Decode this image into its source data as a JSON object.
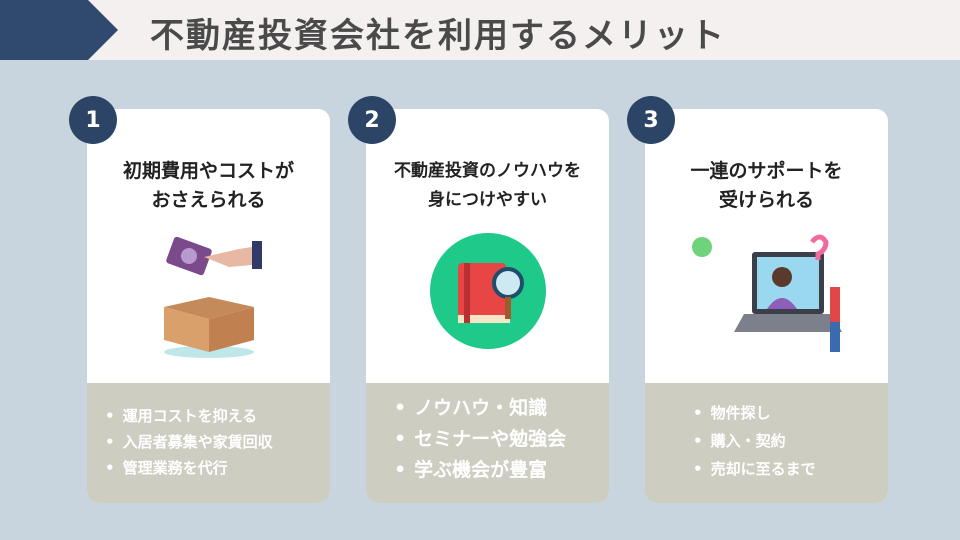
{
  "header": {
    "title": "不動産投資会社を利用するメリット"
  },
  "cards": [
    {
      "number": "1",
      "title_line1": "初期費用やコストが",
      "title_line2": "おさえられる",
      "items": [
        "運用コストを抑える",
        "入居者募集や家賃回収",
        "管理業務を代行"
      ]
    },
    {
      "number": "2",
      "title_line1": "不動産投資のノウハウを",
      "title_line2": "身につけやすい",
      "items": [
        "ノウハウ・知識",
        "セミナーや勉強会",
        "学ぶ機会が豊富"
      ]
    },
    {
      "number": "3",
      "title_line1": "一連のサポートを",
      "title_line2": "受けられる",
      "items": [
        "物件探し",
        "購入・契約",
        "売却に至るまで"
      ]
    }
  ],
  "colors": {
    "navy": "#2c4466",
    "bg": "#c8d5df",
    "beige": "#cecdc2"
  }
}
